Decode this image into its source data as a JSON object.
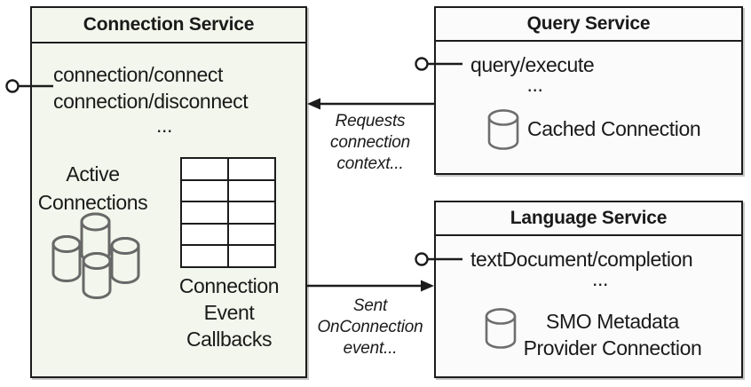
{
  "connection_service": {
    "title": "Connection Service",
    "methods": [
      "connection/connect",
      "connection/disconnect"
    ],
    "ellipsis": "...",
    "active_connections": [
      "Active",
      "Connections"
    ],
    "event_callbacks": [
      "Connection",
      "Event",
      "Callbacks"
    ]
  },
  "query_service": {
    "title": "Query Service",
    "method": "query/execute",
    "ellipsis": "...",
    "cache_label": "Cached Connection"
  },
  "language_service": {
    "title": "Language Service",
    "method": "textDocument/completion",
    "ellipsis": "...",
    "smo_label": [
      "SMO Metadata",
      "Provider Connection"
    ]
  },
  "arrows": {
    "requests_label": [
      "Requests",
      "connection",
      "context..."
    ],
    "sent_label": [
      "Sent",
      "OnConnection",
      "event..."
    ]
  },
  "icons": {
    "database_icon": "database-cylinder",
    "database_cluster_icon": "database-cluster",
    "interface_connector_icon": "lollipop-interface",
    "callback_table_icon": "grid-table"
  },
  "colors": {
    "connection_box_fill": "#f3f6ec",
    "service_box_fill": "#fbfbfc",
    "border": "#1c1c1c",
    "cylinder_stroke": "#6e6e6e"
  }
}
